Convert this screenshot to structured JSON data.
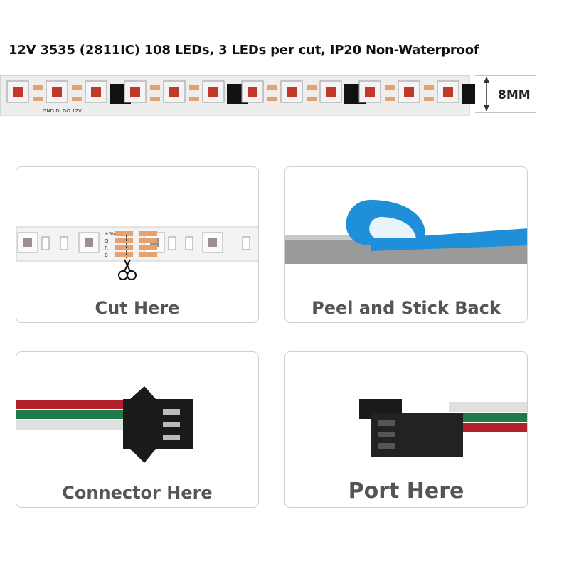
{
  "title": "12V 3535 (2811IC) 108 LEDs, 3 LEDs per cut, IP20 Non-Waterproof",
  "dimension_label": "8MM",
  "strip": {
    "pad_labels": [
      "GND",
      "DI",
      "DO",
      "12V"
    ]
  },
  "cut_panel": {
    "caption": "Cut Here",
    "pad_labels": [
      "+5V",
      "G",
      "R",
      "B"
    ]
  },
  "peel_panel": {
    "caption": "Peel and Stick Back"
  },
  "connector_panel": {
    "caption": "Connector Here"
  },
  "port_panel": {
    "caption": "Port Here"
  },
  "colors": {
    "strip_white": "#f4f4f4",
    "copper_pad": "#e6a170",
    "ic_black": "#111111",
    "led_red": "#c0392b",
    "tape_blue": "#1e8fd8",
    "wire_red": "#b3202a",
    "wire_green": "#1f7a4a",
    "wire_white": "#e8e8e8",
    "caption_gray": "#555555"
  }
}
